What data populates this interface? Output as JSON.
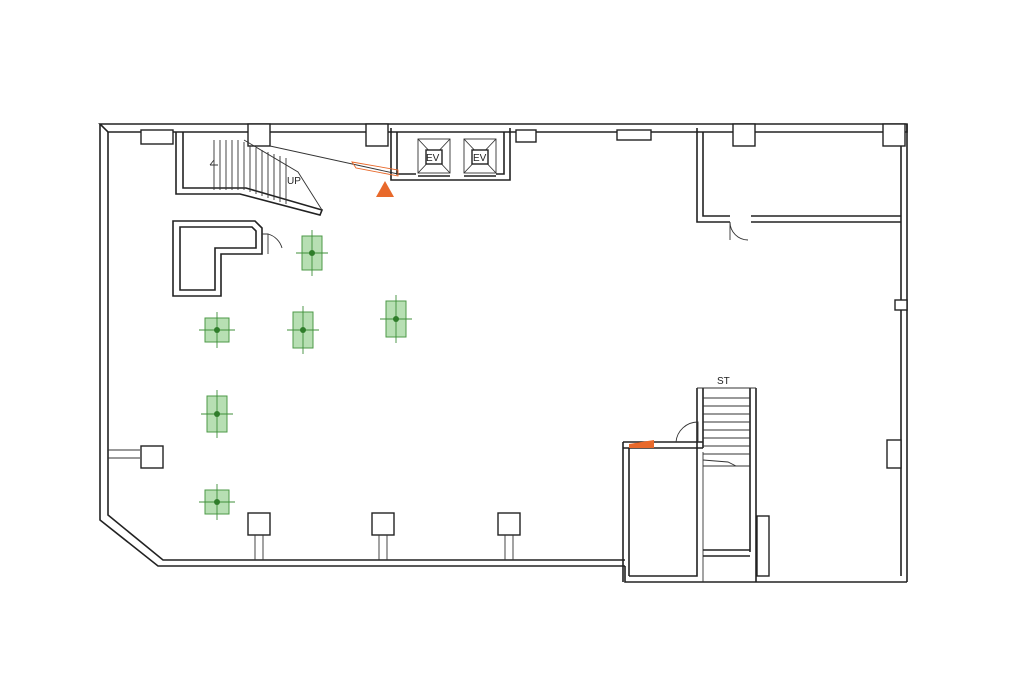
{
  "labels": {
    "elevator_1": "EV",
    "elevator_2": "EV",
    "stair_up": "UP",
    "stair_st": "ST"
  },
  "colors": {
    "wall": "#222222",
    "fixture_fill": "#9fd49a",
    "fixture_stroke": "#4c9a47",
    "marker": "#e8692b"
  },
  "icons": {
    "position_marker": "orange-triangle-icon",
    "fixture": "green-ceiling-fixture-icon"
  }
}
